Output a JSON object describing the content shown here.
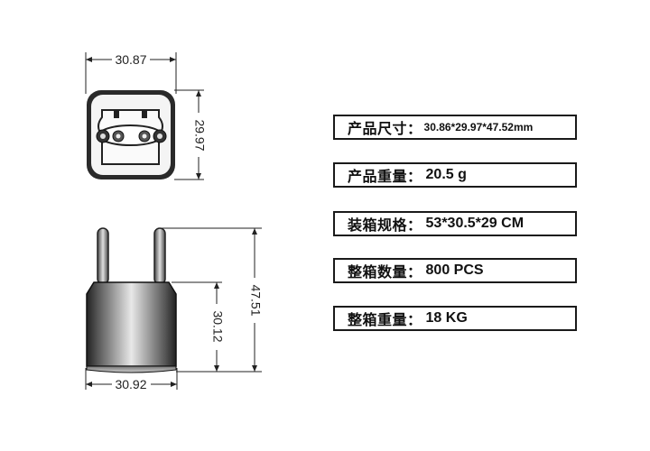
{
  "dimensions": {
    "top_view_width": "30.87",
    "top_view_height": "29.97",
    "side_view_total_height": "47.51",
    "side_view_body_height": "30.12",
    "side_view_width": "30.92"
  },
  "specs": [
    {
      "label": "产品尺寸：",
      "value": "30.86*29.97*47.52mm"
    },
    {
      "label": "产品重量：",
      "value": "20.5 g"
    },
    {
      "label": "装箱规格：",
      "value": "53*30.5*29 CM"
    },
    {
      "label": "整箱数量：",
      "value": "800 PCS"
    },
    {
      "label": "整箱重量：",
      "value": "18 KG"
    }
  ]
}
